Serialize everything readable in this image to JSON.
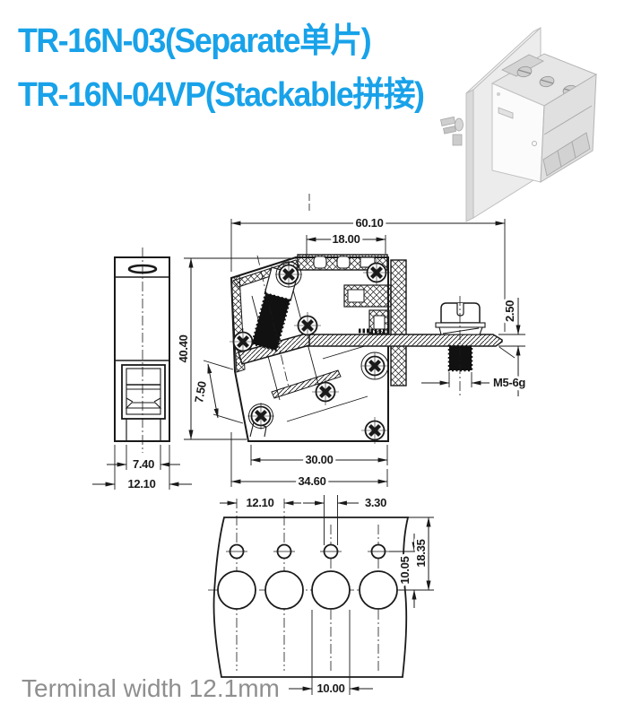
{
  "page": {
    "background": "#ffffff",
    "line_color": "#1a1a1a"
  },
  "header": {
    "title_line1": "TR-16N-03(Separate单片)",
    "title_line2": "TR-16N-04VP(Stackable拼接)",
    "title_color": "#18A2E9"
  },
  "views": {
    "front": {
      "name": "front-view",
      "dims": {
        "slot_width": "7.40",
        "body_width": "12.10"
      }
    },
    "section": {
      "name": "cross-section-view",
      "dims": {
        "total_width": "60.10",
        "top_width": "18.00",
        "bar_thickness": "2.50",
        "total_height": "40.40",
        "wire_slot": "7.50",
        "stud_thread": "M5-6g",
        "base_width": "30.00",
        "housing_width": "34.60"
      }
    },
    "panel_template": {
      "name": "panel-drilling-template",
      "dims": {
        "pitch": "12.10",
        "small_hole_dia": "3.30",
        "edge_to_center": "18.35",
        "row_spacing": "10.05",
        "large_hole_dia": "10.00"
      }
    }
  },
  "footer": {
    "note": "Terminal width 12.1mm",
    "color": "#8F8F8F"
  }
}
